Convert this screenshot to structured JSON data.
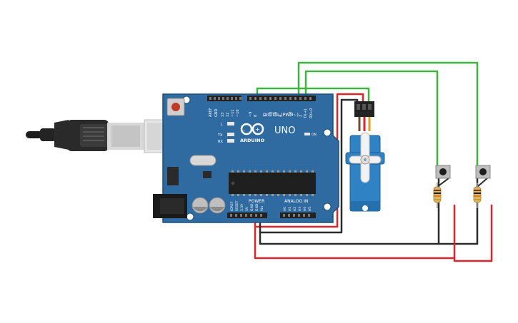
{
  "board": {
    "brand": "ARDUINO",
    "model": "UNO",
    "on_label": "ON",
    "led_l": "L",
    "led_tx": "TX",
    "led_rx": "RX",
    "digital_label": "DIGITAL (PWM~)",
    "power_label": "POWER",
    "analog_label": "ANALOG IN",
    "top_pins": [
      "AREF",
      "GND",
      "13",
      "12",
      "~11",
      "~10",
      "~9",
      "8",
      "7",
      "~6",
      "~5",
      "4",
      "~3",
      "2",
      "TX→1",
      "RX←0"
    ],
    "power_pins": [
      "IOREF",
      "RESET",
      "3.3V",
      "5V",
      "GND",
      "GND",
      "Vin"
    ],
    "analog_pins": [
      "A0",
      "A1",
      "A2",
      "A3",
      "A4",
      "A5"
    ]
  },
  "colors": {
    "board": "#2f6aa0",
    "board_edge": "#1e4f7c",
    "wire_green": "#3fb43c",
    "wire_red": "#d9262b",
    "wire_black": "#2b2b2b",
    "servo": "#2f82c4",
    "header": "#222222"
  },
  "components": {
    "usb_cable": "usb-cable",
    "servo": "servo-motor",
    "buttons": [
      "pushbutton-1",
      "pushbutton-2"
    ],
    "resistors": [
      "resistor-1",
      "resistor-2"
    ]
  }
}
